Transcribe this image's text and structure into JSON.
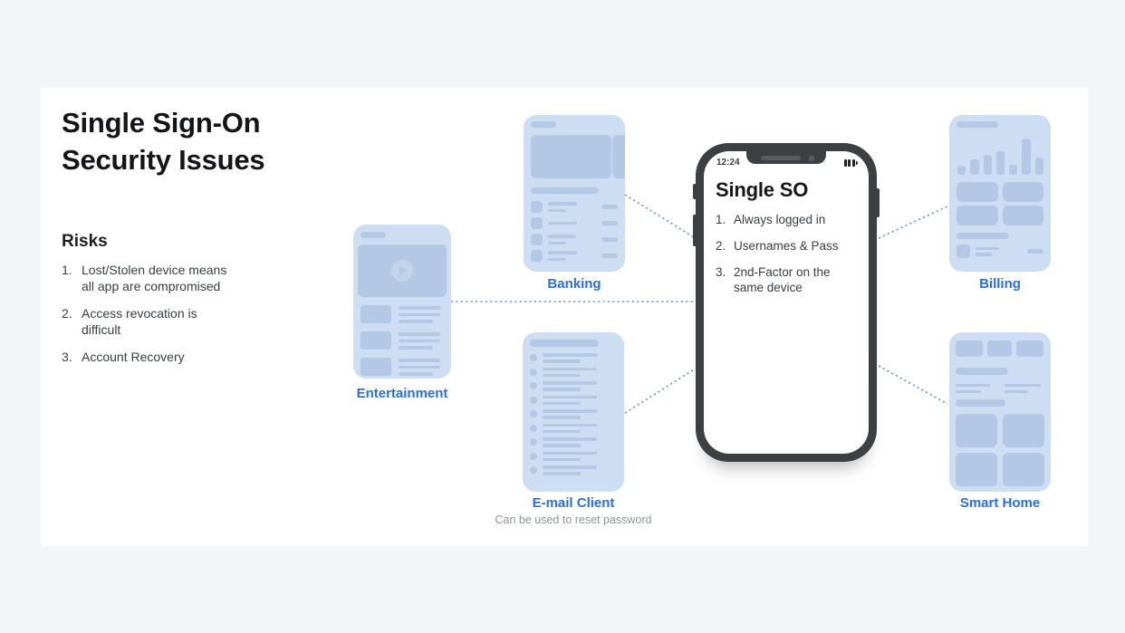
{
  "colors": {
    "canvas_bg": "#f4f5f6",
    "slide_bg": "#ffffff",
    "card_bg": "#cddef2",
    "wireframe_element": "#b3c8e5",
    "accent_blue": "#2b6fdc",
    "note_gray": "#8f9499",
    "connector_blue": "#7292d8",
    "phone_frame": "#3d4043"
  },
  "icons": {
    "play": "play-icon",
    "battery": "battery-icon",
    "speaker": "speaker-slot",
    "camera": "camera-dot"
  },
  "left_panel": {
    "title": "Single Sign-On\nSecurity Issues",
    "risks_heading": "Risks",
    "risks": [
      {
        "num": "1.",
        "text": "Lost/Stolen device means\nall app are compromised"
      },
      {
        "num": "2.",
        "text": "Access revocation is\ndifficult"
      },
      {
        "num": "3.",
        "text": "Account Recovery"
      }
    ]
  },
  "phone": {
    "time": "12:24",
    "title": "Single SO",
    "items": [
      {
        "num": "1.",
        "text": "Always logged in"
      },
      {
        "num": "2.",
        "text": "Usernames & Pass"
      },
      {
        "num": "3.",
        "text": "2nd-Factor on the\nsame device"
      }
    ]
  },
  "apps": {
    "banking": {
      "label": "Banking"
    },
    "entertainment": {
      "label": "Entertainment"
    },
    "email": {
      "label": "E-mail Client",
      "note": "Can be used to reset password"
    },
    "billing": {
      "label": "Billing"
    },
    "smarthome": {
      "label": "Smart Home"
    }
  }
}
